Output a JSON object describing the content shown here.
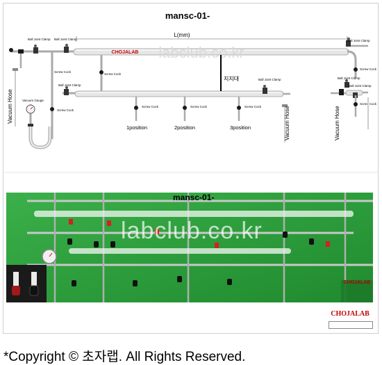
{
  "title": "mansc-01-",
  "dimension_label": "L(mm)",
  "watermark": "labclub.co.kr",
  "brand_label": "CHOJALAB",
  "labels": {
    "ball_joint_clamp": "Ball Joint Clamp",
    "screw_cock": "Screw Cock",
    "vacuum_gauge": "Vacuum Gauge",
    "vacuum_hose": "Vacuum Hose",
    "support": "지지대",
    "position_1": "1position",
    "position_2": "2position",
    "position_3": "3position"
  },
  "photo": {
    "title": "mansc-01-",
    "watermark": "labclub.co.kr",
    "brand": "CHOJALAB"
  },
  "logo": {
    "brand": "CHOJALAB"
  },
  "copyright": "*Copyright © 초자랩.     All Rights Reserved.",
  "colors": {
    "glass": "#e4e4e4",
    "glass_edge": "#9a9a9a",
    "stopcock": "#1a1a1a",
    "photo_green": "#2e9e3a",
    "brand_red": "#cc0000"
  }
}
